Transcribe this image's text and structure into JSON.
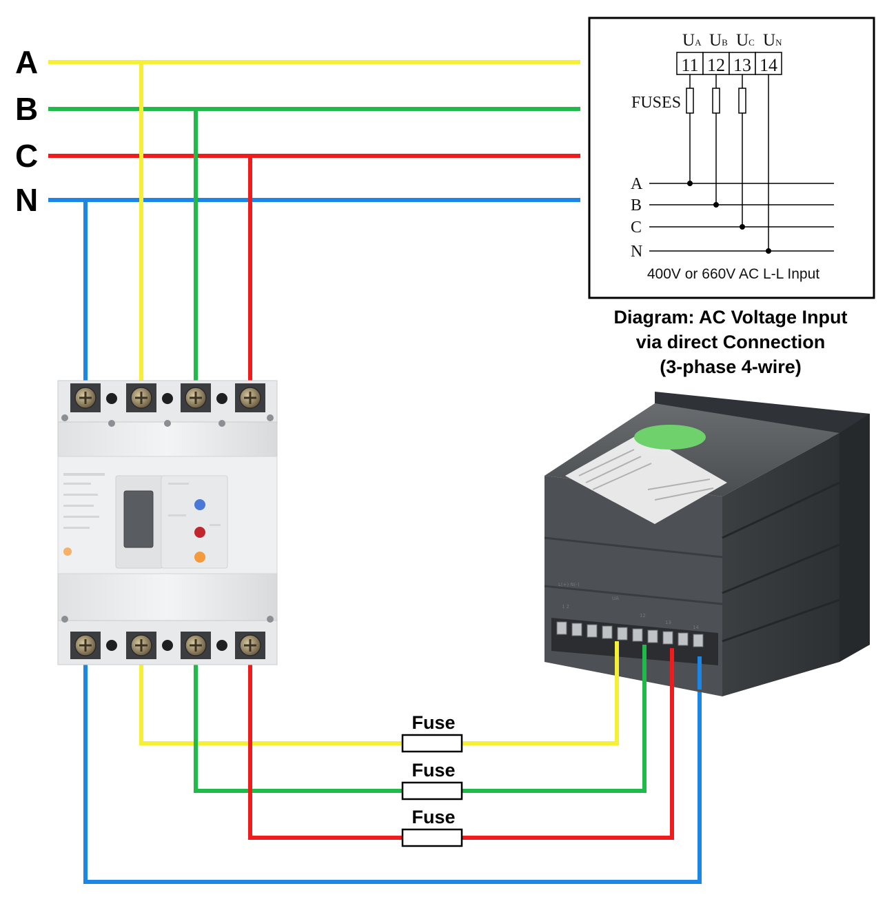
{
  "buses": [
    {
      "id": "A",
      "label": "A",
      "color": "#f5ef36"
    },
    {
      "id": "B",
      "label": "B",
      "color": "#1fba4a"
    },
    {
      "id": "C",
      "label": "C",
      "color": "#ee1c1c"
    },
    {
      "id": "N",
      "label": "N",
      "color": "#1b86e6"
    }
  ],
  "fuses": [
    {
      "label": "Fuse",
      "phase": "A"
    },
    {
      "label": "Fuse",
      "phase": "B"
    },
    {
      "label": "Fuse",
      "phase": "C"
    }
  ],
  "schematic": {
    "voltage_labels": [
      {
        "main": "U",
        "sub": "A"
      },
      {
        "main": "U",
        "sub": "B"
      },
      {
        "main": "U",
        "sub": "C"
      },
      {
        "main": "U",
        "sub": "N"
      }
    ],
    "terminals": [
      "11",
      "12",
      "13",
      "14"
    ],
    "fuses_label": "FUSES",
    "lines": [
      "A",
      "B",
      "C",
      "N"
    ],
    "input_note": "400V or 660V AC L-L Input"
  },
  "caption": {
    "line1": "Diagram: AC Voltage Input",
    "line2": "via direct Connection",
    "line3": "(3-phase 4-wire)"
  }
}
